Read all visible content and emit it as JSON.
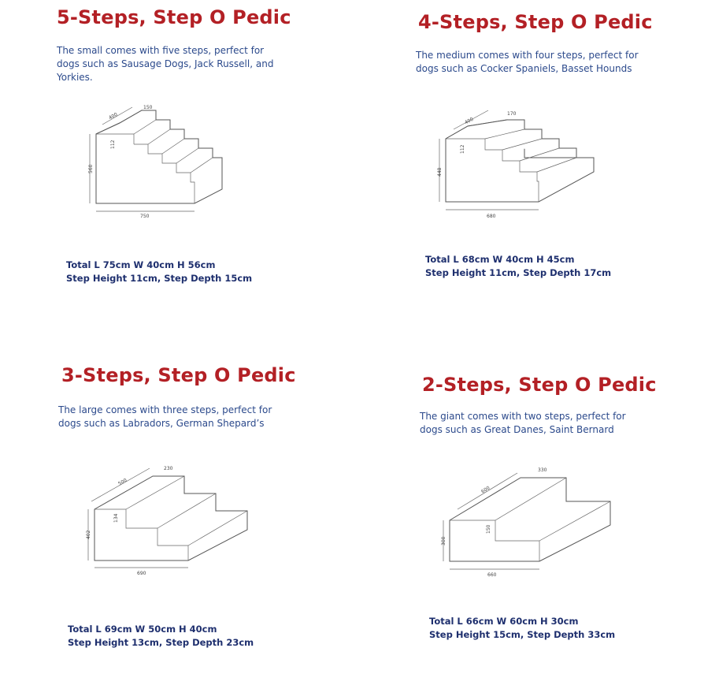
{
  "panels": [
    {
      "title": "5-Steps, Step O Pedic",
      "description": "The small comes with five steps, perfect for dogs such as Sausage Dogs, Jack Russell, and Yorkies.",
      "spec_line1": "Total L 75cm W 40cm H 56cm",
      "spec_line2": "Step Height 11cm, Step Depth 15cm",
      "diagram": {
        "length": "750",
        "width": "400",
        "height": "560",
        "step_depth": "150",
        "step_height": "112"
      }
    },
    {
      "title": "4-Steps, Step O Pedic",
      "description": "The medium comes with four steps, perfect for dogs such as Cocker Spaniels, Basset Hounds",
      "spec_line1": "Total L 68cm W 40cm H 45cm",
      "spec_line2": "Step Height 11cm, Step Depth 17cm",
      "diagram": {
        "length": "680",
        "width": "400",
        "height": "448",
        "step_depth": "170",
        "step_height": "112"
      }
    },
    {
      "title": "3-Steps, Step O Pedic",
      "description": "The large comes with three steps, perfect for dogs such as Labradors, German Shepard’s",
      "spec_line1": "Total L 69cm W 50cm H 40cm",
      "spec_line2": "Step Height 13cm, Step Depth 23cm",
      "diagram": {
        "length": "690",
        "width": "500",
        "height": "402",
        "step_depth": "230",
        "step_height": "134"
      }
    },
    {
      "title": "2-Steps, Step O Pedic",
      "description": "The giant comes with two steps, perfect for dogs such as Great Danes, Saint Bernard",
      "spec_line1": "Total L 66cm W 60cm H 30cm",
      "spec_line2": "Step Height 15cm, Step Depth 33cm",
      "diagram": {
        "length": "660",
        "width": "600",
        "height": "300",
        "step_depth": "330",
        "step_height": "150"
      }
    }
  ]
}
